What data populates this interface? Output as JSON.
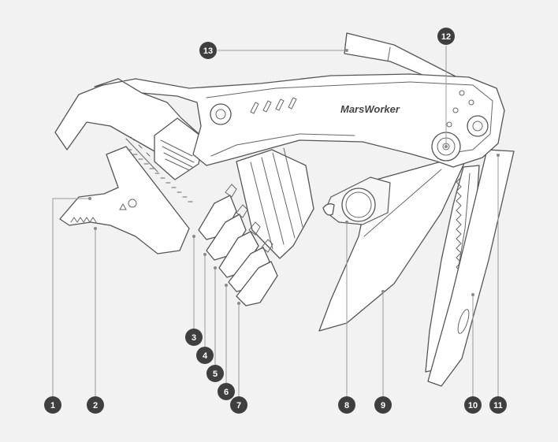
{
  "brand_label": "MarsWorker",
  "callouts": [
    {
      "id": "1",
      "label": "1"
    },
    {
      "id": "2",
      "label": "2"
    },
    {
      "id": "3",
      "label": "3"
    },
    {
      "id": "4",
      "label": "4"
    },
    {
      "id": "5",
      "label": "5"
    },
    {
      "id": "6",
      "label": "6"
    },
    {
      "id": "7",
      "label": "7"
    },
    {
      "id": "8",
      "label": "8"
    },
    {
      "id": "9",
      "label": "9"
    },
    {
      "id": "10",
      "label": "10"
    },
    {
      "id": "11",
      "label": "11"
    },
    {
      "id": "12",
      "label": "12"
    },
    {
      "id": "13",
      "label": "13"
    }
  ],
  "colors": {
    "background": "#f2f2f2",
    "outline": "#555555",
    "badge": "#3f3f3f",
    "badge_text": "#ffffff",
    "leader": "#9a9a9a"
  }
}
